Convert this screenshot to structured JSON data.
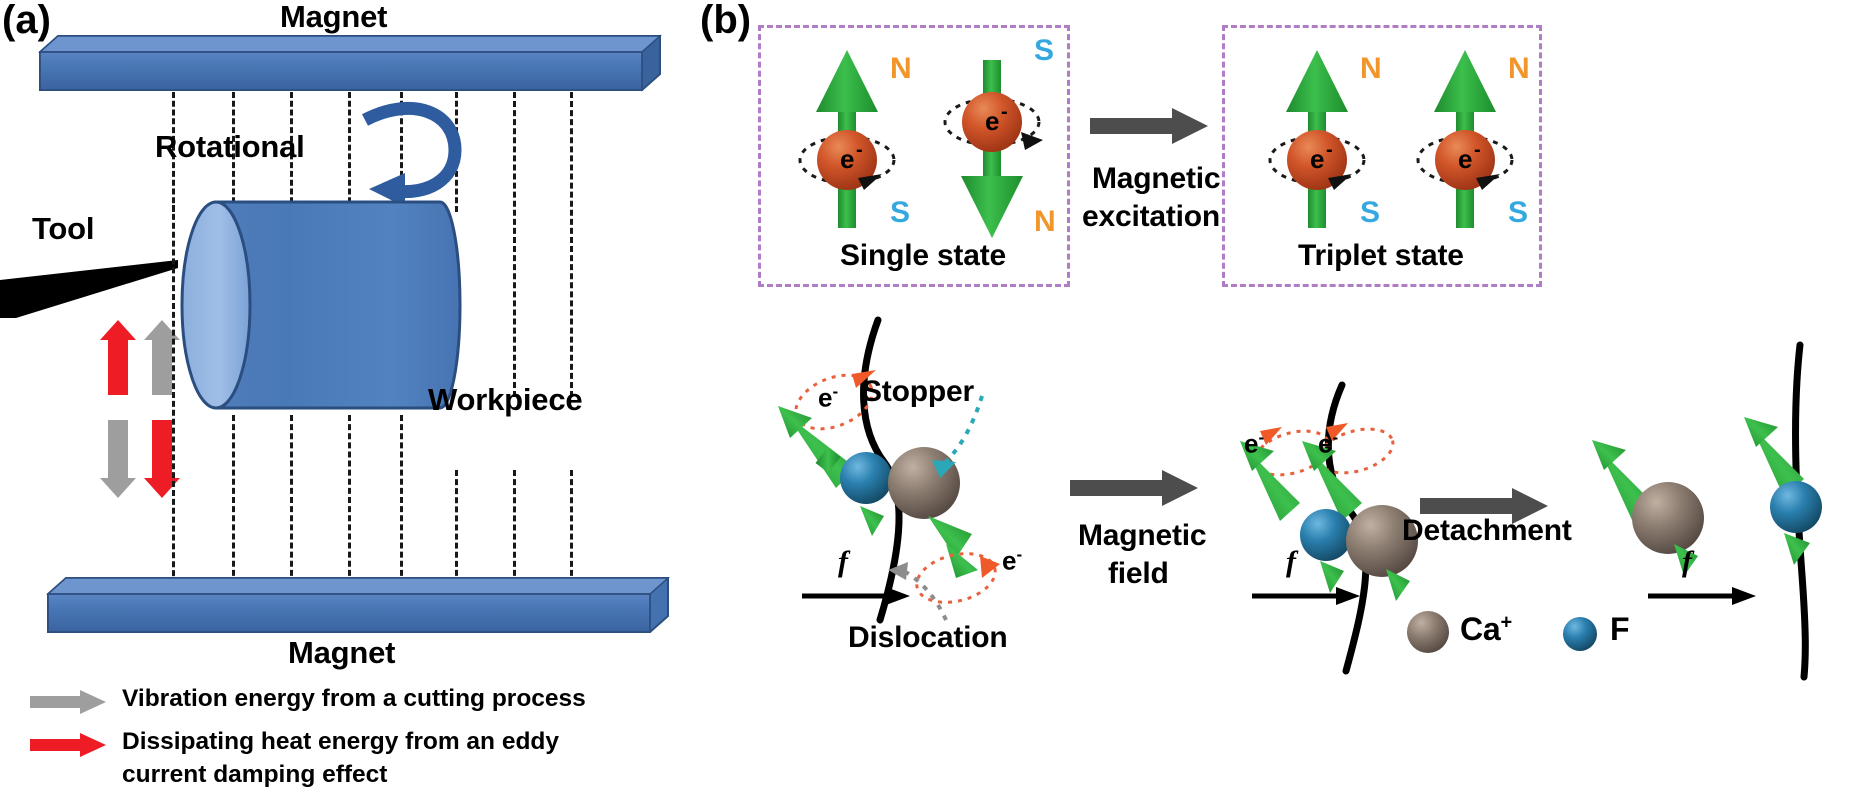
{
  "figure": {
    "panel_a_tag": "(a)",
    "panel_b_tag": "(b)"
  },
  "panel_a": {
    "top_magnet_label": "Magnet",
    "bottom_magnet_label": "Magnet",
    "rotational_label": "Rotational",
    "tool_label": "Tool",
    "workpiece_label": "Workpiece",
    "legend": [
      {
        "color": "#9e9e9e",
        "icon": "gray-arrow-icon",
        "text": "Vibration energy from a cutting process"
      },
      {
        "color": "#ee1c25",
        "icon": "red-arrow-icon",
        "text": "Dissipating heat energy from an eddy\ncurrent damping effect"
      }
    ],
    "legend_line1": "Vibration energy from a cutting process",
    "legend_line2a": "Dissipating heat energy from an eddy",
    "legend_line2b": "current damping effect",
    "colors": {
      "magnet": "#4472b0",
      "magnet_edge": "#2d4f80",
      "workpiece": "#4a79b8",
      "workpiece_face": "#9cbbe5",
      "tool": "#000000",
      "vibration_arrow": "#9e9e9e",
      "heat_arrow": "#ee1c25",
      "rotation_arrow": "#2f5c9e",
      "dashline": "#17181a"
    }
  },
  "panel_b": {
    "single_state_label": "Single state",
    "triplet_state_label": "Triplet state",
    "magnetic_excitation_label_line1": "Magnetic",
    "magnetic_excitation_label_line2": "excitation",
    "magnetic_field_label_line1": "Magnetic",
    "magnetic_field_label_line2": "field",
    "detachment_label": "Detachment",
    "stopper_label": "Stopper",
    "dislocation_label": "Dislocation",
    "electron_label": "e",
    "electron_charge": "-",
    "force_label": "f",
    "spins": {
      "single": [
        {
          "direction": "up",
          "top_pole": "N",
          "bottom_pole": "S"
        },
        {
          "direction": "down",
          "top_pole": "S",
          "bottom_pole": "N"
        }
      ],
      "triplet": [
        {
          "direction": "up",
          "top_pole": "N",
          "bottom_pole": "S"
        },
        {
          "direction": "up",
          "top_pole": "N",
          "bottom_pole": "S"
        }
      ]
    },
    "legend": [
      {
        "symbol": "ca-ion-ball",
        "label": "Ca",
        "sup": "+"
      },
      {
        "symbol": "f-ion-ball",
        "label": "F",
        "sup": ""
      }
    ],
    "legend_ca": "Ca",
    "legend_ca_sup": "+",
    "legend_f": "F",
    "colors": {
      "dashed_box": "#b07cc6",
      "spin_arrow": "#2eab3f",
      "electron": "#d2562a",
      "pole_n": "#f0962b",
      "pole_s": "#35a8e0",
      "process_arrow": "#4d4d4d",
      "ca_ion": "#8d7e72",
      "f_ion": "#2a7fae",
      "electron_orbit": "#e8613c",
      "stopper_pointer": "#2aa8b8",
      "dislocation_pointer": "#8d8d8d"
    }
  }
}
